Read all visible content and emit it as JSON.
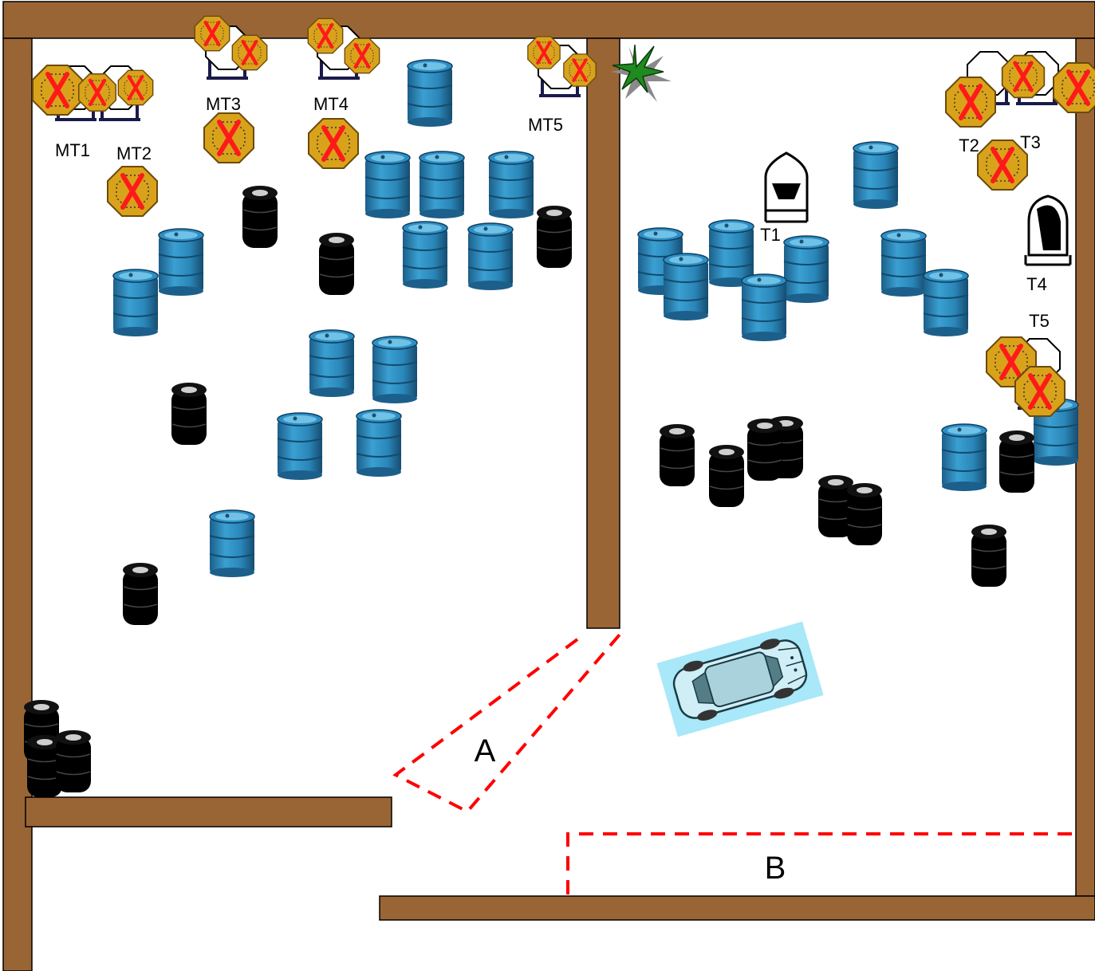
{
  "colors": {
    "wall": "#9a6534",
    "wall_outline": "#000000",
    "barrel_blue": "#2a86b8",
    "tire": "#000000",
    "target_face": "#d9a21b",
    "target_x": "#ff0000",
    "zone_line": "#ff0000",
    "car": "#a8e8f8",
    "plant": "#1f8a1f"
  },
  "labels": {
    "mt1": "MT1",
    "mt2": "MT2",
    "mt3": "MT3",
    "mt4": "MT4",
    "mt5": "MT5",
    "t1": "T1",
    "t2": "T2",
    "t3": "T3",
    "t4": "T4",
    "t5": "T5",
    "zone_a": "A",
    "zone_b": "B"
  },
  "icons": {
    "barrel": "blue-barrel-icon",
    "tire_stack": "tire-stack-icon",
    "shoot_target": "steel-target-icon",
    "neutralized": "red-x-icon",
    "car": "car-icon",
    "plant": "plant-icon"
  }
}
